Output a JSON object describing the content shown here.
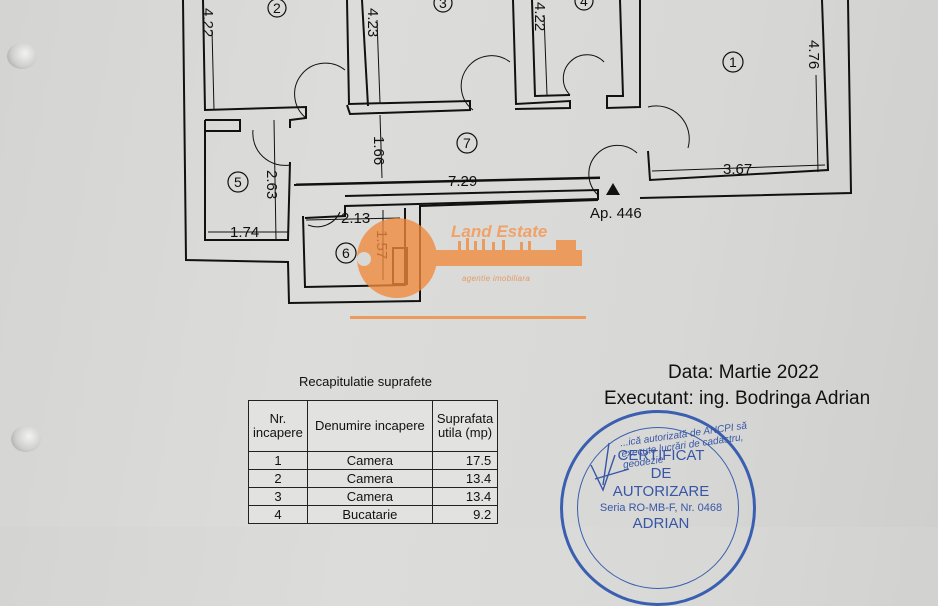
{
  "floor_plan": {
    "apartment_label": "Ap. 446",
    "rooms": [
      {
        "id": "1",
        "label": "1"
      },
      {
        "id": "2",
        "label": "2"
      },
      {
        "id": "3",
        "label": "3"
      },
      {
        "id": "4",
        "label": "4"
      },
      {
        "id": "5",
        "label": "5"
      },
      {
        "id": "6",
        "label": "6"
      },
      {
        "id": "7",
        "label": "7"
      }
    ],
    "dimensions": {
      "room2_height": "4.22",
      "room3_height": "4.23",
      "room4_height": "4.22",
      "room1_height": "4.76",
      "room1_width": "3.67",
      "hall_width": "7.29",
      "hall_height": "1.66",
      "room5_height": "2.63",
      "room5_width": "1.74",
      "room6_width": "2.13",
      "room6_height": "1.57"
    }
  },
  "watermark": {
    "brand": "Land Estate",
    "tagline": "agentie imobiliara",
    "color": "#f0a269"
  },
  "recap": {
    "title": "Recapitulatie suprafete",
    "headers": {
      "nr": "Nr. incapere",
      "name": "Denumire incapere",
      "area": "Suprafata utila (mp)"
    },
    "rows": [
      {
        "nr": "1",
        "name": "Camera",
        "area": "17.5"
      },
      {
        "nr": "2",
        "name": "Camera",
        "area": "13.4"
      },
      {
        "nr": "3",
        "name": "Camera",
        "area": "13.4"
      },
      {
        "nr": "4",
        "name": "Bucatarie",
        "area": "9.2"
      }
    ]
  },
  "footer": {
    "date": "Data: Martie 2022",
    "executant": "Executant: ing. Bodringa  Adrian"
  },
  "stamp": {
    "arc_text": "...ică autorizată de ANCPI să execute lucrări de cadastru, geodezie",
    "line1": "CERTIFICAT",
    "line2": "DE",
    "line3": "AUTORIZARE",
    "series": "Seria RO-MB-F, Nr. 0468",
    "name": "ADRIAN",
    "color": "#3a5fb0"
  }
}
